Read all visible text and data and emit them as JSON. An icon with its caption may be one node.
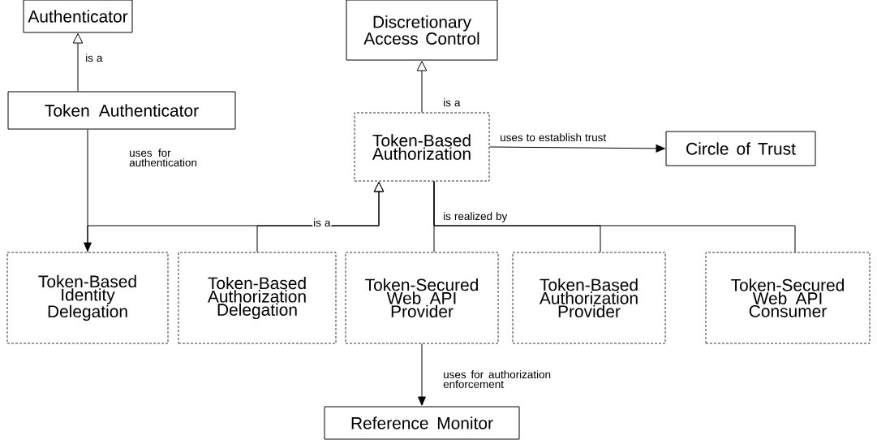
{
  "diagram": {
    "nodes": [
      {
        "text": [
          "Authenticator"
        ]
      },
      {
        "text": [
          "Token Authenticator"
        ]
      },
      {
        "text": [
          "Discretionary Access Control"
        ]
      },
      {
        "text": [
          "Token-Based Authorization"
        ]
      },
      {
        "text": [
          "Circle of Trust"
        ]
      },
      {
        "text": [
          "Token-Based Identity Delegation"
        ]
      },
      {
        "text": [
          "Token-Based Authorization Delegation"
        ]
      },
      {
        "text": [
          "Token-Secured Web API Provider"
        ]
      },
      {
        "text": [
          "Token-Based Authorization Provider"
        ]
      },
      {
        "text": [
          "Token-Secured Web API Consumer"
        ]
      },
      {
        "text": [
          "Reference Monitor"
        ]
      }
    ],
    "edges": [
      {
        "from": 1,
        "to": 0,
        "arrow": "to",
        "label": "is a"
      },
      {
        "from": 3,
        "to": 2,
        "arrow": "to",
        "label": "is a"
      },
      {
        "from": 3,
        "to": 4,
        "arrow": "to",
        "label": "uses to establish trust"
      },
      {
        "from": 1,
        "to": 5,
        "arrow": "to",
        "label": "uses for authentication"
      },
      {
        "from": 5,
        "to": 3,
        "arrow": "to"
      },
      {
        "from": 6,
        "to": 3,
        "arrow": "to",
        "label": "is a"
      },
      {
        "from": 3,
        "to": 7,
        "arrow": "none",
        "label": "is realized by"
      },
      {
        "from": 3,
        "to": 8,
        "arrow": "none"
      },
      {
        "from": 3,
        "to": 9,
        "arrow": "none"
      },
      {
        "from": 7,
        "to": 10,
        "arrow": "to",
        "label": "uses for authorization enforcement"
      }
    ]
  }
}
